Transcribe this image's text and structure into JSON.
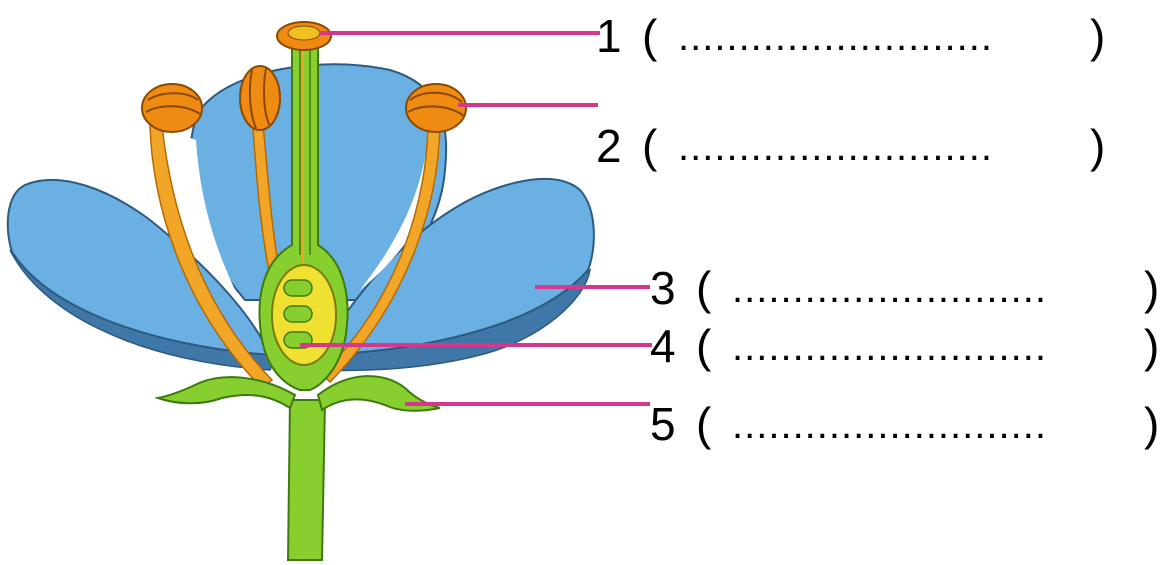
{
  "diagram": {
    "labels": [
      {
        "number": "1",
        "open": "(",
        "blank": "..........................",
        "close": ")"
      },
      {
        "number": "2",
        "open": "(",
        "blank": "..........................",
        "close": ")"
      },
      {
        "number": "3",
        "open": "(",
        "blank": "..........................",
        "close": ")"
      },
      {
        "number": "4",
        "open": "(",
        "blank": "..........................",
        "close": ")"
      },
      {
        "number": "5",
        "open": "(",
        "blank": "..........................",
        "close": ")"
      }
    ],
    "colors": {
      "petal": "#6ab0e3",
      "petal_shadow": "#3f78a8",
      "petal_outline": "#2c5a80",
      "stamen_filament": "#f2a628",
      "anther": "#ef8a12",
      "pistil_green": "#8bd42a",
      "ovary_yellow": "#f0e032",
      "sepal_green": "#86cf2e",
      "leader_line": "#d6368b"
    }
  }
}
